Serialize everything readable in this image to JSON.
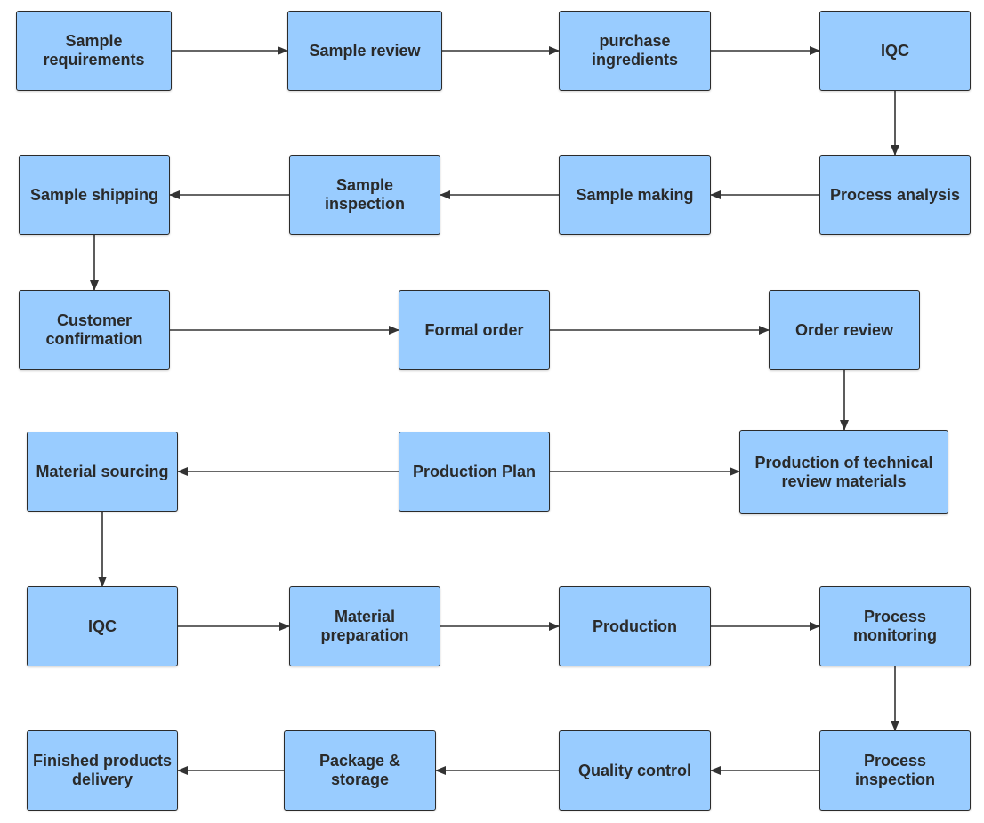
{
  "colors": {
    "node_fill": "#99ccff",
    "node_border": "#2b2b2b",
    "edge": "#333333",
    "text": "#2a2a2a"
  },
  "nodes": {
    "n1": "Sample requirements",
    "n2": "Sample review",
    "n3": "purchase ingredients",
    "n4": "IQC",
    "n5": "Process analysis",
    "n6": "Sample making",
    "n7": "Sample inspection",
    "n8": "Sample shipping",
    "n9": "Customer confirmation",
    "n10": "Formal order",
    "n11": "Order review",
    "n12": "Production of technical review materials",
    "n13": "Production Plan",
    "n14": "Material sourcing",
    "n15": "IQC",
    "n16": "Material preparation",
    "n17": "Production",
    "n18": "Process monitoring",
    "n19": "Process inspection",
    "n20": "Quality control",
    "n21": "Package & storage",
    "n22": "Finished products delivery"
  },
  "edges": [
    [
      "n1",
      "n2"
    ],
    [
      "n2",
      "n3"
    ],
    [
      "n3",
      "n4"
    ],
    [
      "n4",
      "n5"
    ],
    [
      "n5",
      "n6"
    ],
    [
      "n6",
      "n7"
    ],
    [
      "n7",
      "n8"
    ],
    [
      "n8",
      "n9"
    ],
    [
      "n9",
      "n10"
    ],
    [
      "n10",
      "n11"
    ],
    [
      "n11",
      "n12"
    ],
    [
      "n13",
      "n12"
    ],
    [
      "n13",
      "n14"
    ],
    [
      "n14",
      "n15"
    ],
    [
      "n15",
      "n16"
    ],
    [
      "n16",
      "n17"
    ],
    [
      "n17",
      "n18"
    ],
    [
      "n18",
      "n19"
    ],
    [
      "n19",
      "n20"
    ],
    [
      "n20",
      "n21"
    ],
    [
      "n21",
      "n22"
    ]
  ]
}
